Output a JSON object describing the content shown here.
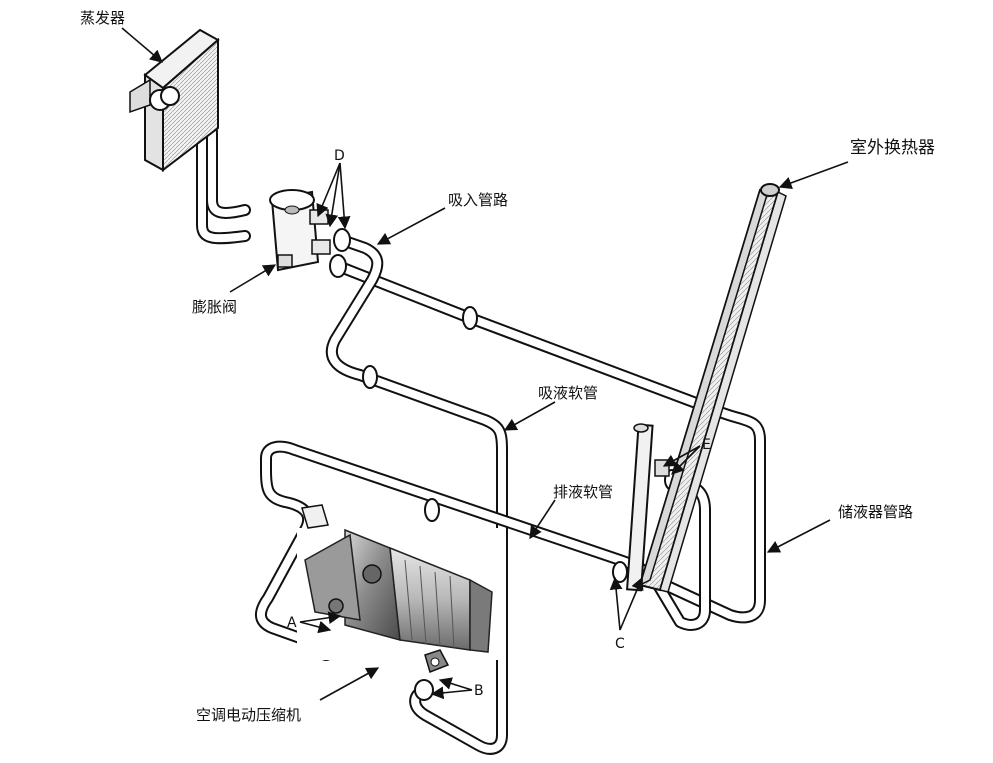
{
  "labels": {
    "evaporator": "蒸发器",
    "outdoor_heat_exchanger": "室外换热器",
    "suction_line": "吸入管路",
    "expansion_valve": "膨胀阀",
    "liquid_hose": "吸液软管",
    "discharge_hose": "排液软管",
    "receiver_line": "储液器管路",
    "compressor": "空调电动压缩机"
  },
  "letters": {
    "a": "A",
    "b": "B",
    "c": "C",
    "d": "D",
    "e": "E"
  }
}
